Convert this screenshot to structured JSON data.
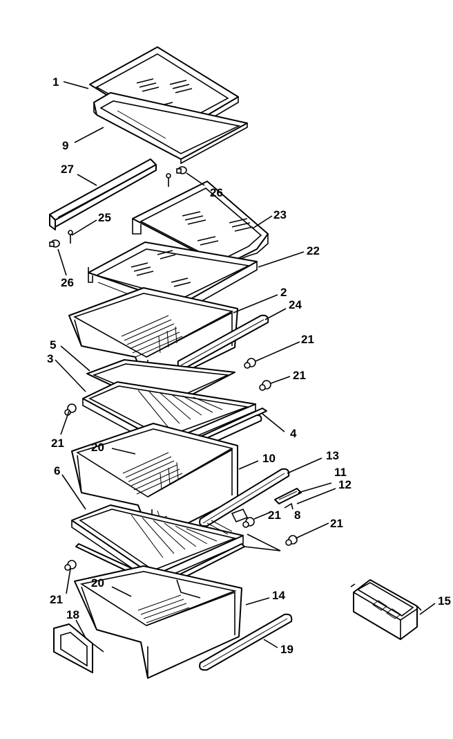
{
  "callouts": [
    {
      "id": "c1",
      "text": "1"
    },
    {
      "id": "c9",
      "text": "9"
    },
    {
      "id": "c27",
      "text": "27"
    },
    {
      "id": "c26a",
      "text": "26"
    },
    {
      "id": "c25",
      "text": "25"
    },
    {
      "id": "c26b",
      "text": "26"
    },
    {
      "id": "c23",
      "text": "23"
    },
    {
      "id": "c22",
      "text": "22"
    },
    {
      "id": "c2",
      "text": "2"
    },
    {
      "id": "c24",
      "text": "24"
    },
    {
      "id": "c5",
      "text": "5"
    },
    {
      "id": "c21a",
      "text": "21"
    },
    {
      "id": "c3",
      "text": "3"
    },
    {
      "id": "c21b",
      "text": "21"
    },
    {
      "id": "c21c",
      "text": "21"
    },
    {
      "id": "c4",
      "text": "4"
    },
    {
      "id": "c20a",
      "text": "20"
    },
    {
      "id": "c10",
      "text": "10"
    },
    {
      "id": "c13",
      "text": "13"
    },
    {
      "id": "c6",
      "text": "6"
    },
    {
      "id": "c11",
      "text": "11"
    },
    {
      "id": "c12",
      "text": "12"
    },
    {
      "id": "c21d",
      "text": "21"
    },
    {
      "id": "c8",
      "text": "8"
    },
    {
      "id": "c21e",
      "text": "21"
    },
    {
      "id": "c21f",
      "text": "21"
    },
    {
      "id": "c20b",
      "text": "20"
    },
    {
      "id": "c14",
      "text": "14"
    },
    {
      "id": "c15",
      "text": "15"
    },
    {
      "id": "c18",
      "text": "18"
    },
    {
      "id": "c19",
      "text": "19"
    }
  ]
}
